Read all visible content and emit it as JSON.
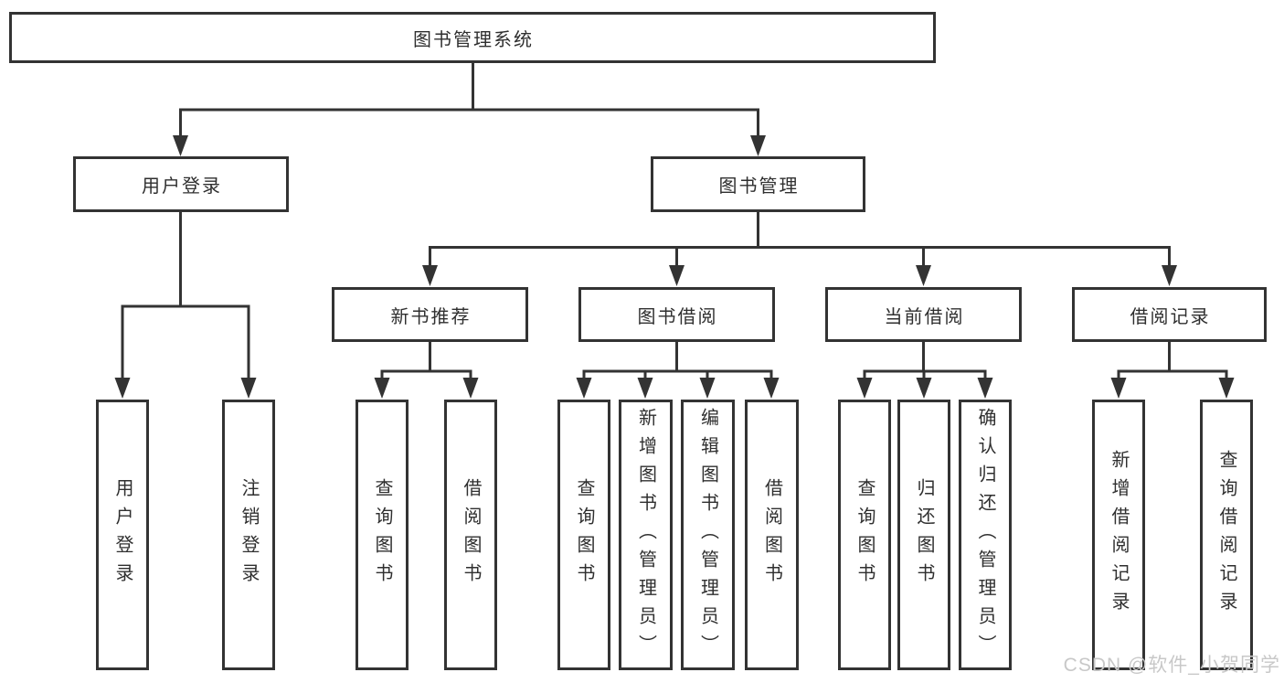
{
  "diagram": {
    "type": "hierarchy-tree",
    "colors": {
      "line": "#333333",
      "box_border": "#333333",
      "box_background": "#ffffff",
      "text": "#2f2f2f",
      "watermark": "#c8c8c8"
    },
    "watermark": "CSDN @软件_小贺同学",
    "root": {
      "label": "图书管理系统",
      "children": [
        {
          "label": "用户登录",
          "children": [
            {
              "label": "用户登录"
            },
            {
              "label": "注销登录"
            }
          ]
        },
        {
          "label": "图书管理",
          "children": [
            {
              "label": "新书推荐",
              "children": [
                {
                  "label": "查询图书"
                },
                {
                  "label": "借阅图书"
                }
              ]
            },
            {
              "label": "图书借阅",
              "children": [
                {
                  "label": "查询图书"
                },
                {
                  "label": "新增图书（管理员）"
                },
                {
                  "label": "编辑图书（管理员）"
                },
                {
                  "label": "借阅图书"
                }
              ]
            },
            {
              "label": "当前借阅",
              "children": [
                {
                  "label": "查询图书"
                },
                {
                  "label": "归还图书"
                },
                {
                  "label": "确认归还（管理员）"
                }
              ]
            },
            {
              "label": "借阅记录",
              "children": [
                {
                  "label": "新增借阅记录"
                },
                {
                  "label": "查询借阅记录"
                }
              ]
            }
          ]
        }
      ]
    }
  }
}
